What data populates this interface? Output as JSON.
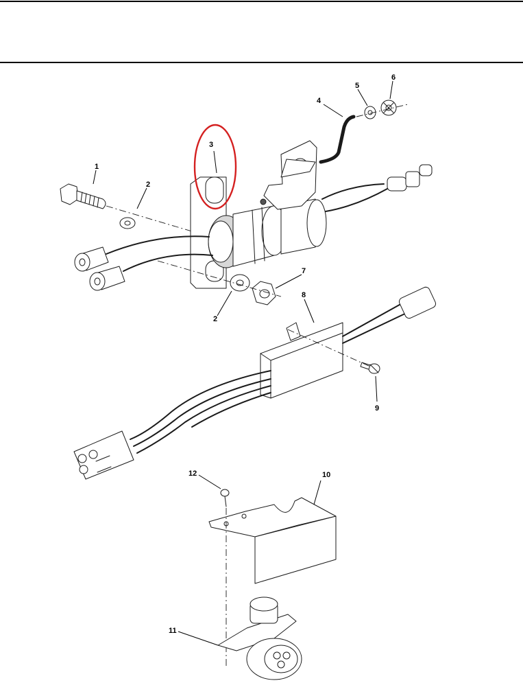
{
  "callouts": [
    "1",
    "2",
    "2",
    "3",
    "4",
    "5",
    "6",
    "7",
    "8",
    "9",
    "10",
    "11",
    "12"
  ],
  "highlight": {
    "target": "3",
    "color": "#d42020"
  },
  "colors": {
    "line": "#1a1a1a",
    "background": "#ffffff"
  }
}
